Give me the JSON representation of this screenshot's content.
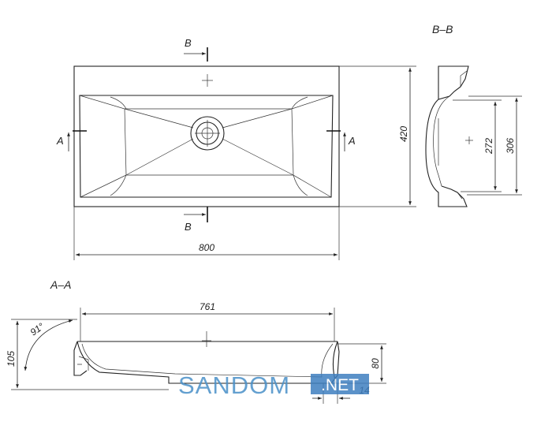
{
  "plan": {
    "section_mark": "B",
    "side_mark": "A",
    "width_dim": "800",
    "height_dim": "420"
  },
  "section_bb": {
    "title": "B–B",
    "dim_inner": "272",
    "dim_outer": "306"
  },
  "section_aa": {
    "title": "A–A",
    "dim_top": "761",
    "dim_height": "105",
    "dim_depth": "80",
    "dim_thickness": "14",
    "angle": "91°"
  },
  "watermark": {
    "brand": "SANDOM",
    "suffix": ".NET",
    "brand_color": "#4a90c8",
    "badge_color": "#3f7fc0"
  }
}
